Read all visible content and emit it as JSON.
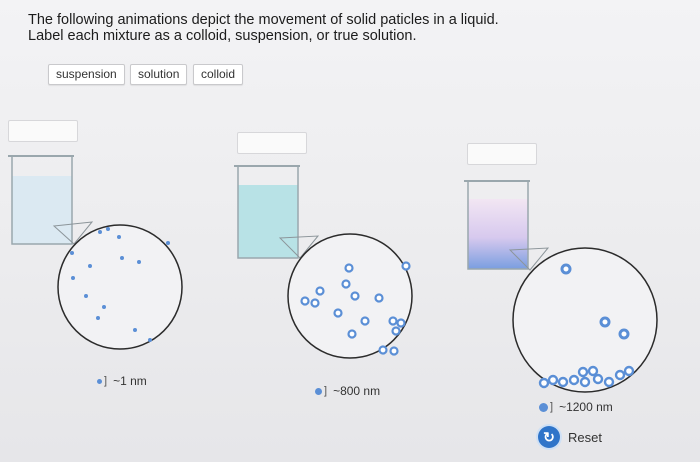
{
  "instructions": {
    "line1": "The following animations depict the movement of solid paticles in a liquid.",
    "line2": "Label each mixture as a colloid, suspension, or true solution."
  },
  "labels": [
    "suspension",
    "solution",
    "colloid"
  ],
  "particle_sizes": [
    "~1 nm",
    "~800 nm",
    "~1200 nm"
  ],
  "reset_label": "Reset",
  "colors": {
    "particle": "#5b8fd6",
    "liquid_clear": "#dbe9f2",
    "liquid_colloid": "#b8e2e6",
    "liquid_suspension_top": "#f2e6f3",
    "liquid_suspension_bottom": "#7a9ee0",
    "reset_button": "#2f74c9"
  },
  "icons": [
    "particle-size-icon",
    "reset-icon"
  ]
}
